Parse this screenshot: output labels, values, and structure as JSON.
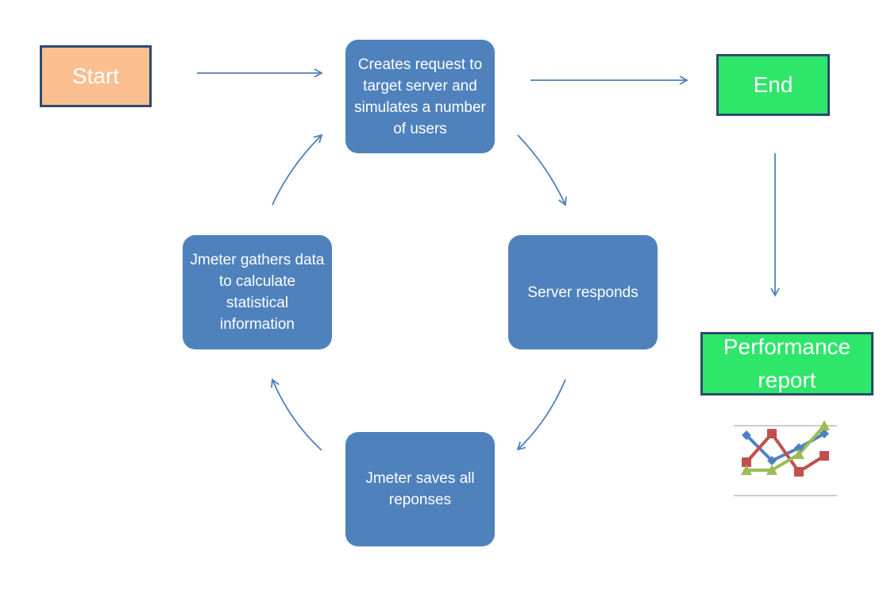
{
  "nodes": {
    "start": "Start",
    "end": "End",
    "report": "Performance report",
    "create_request": "Creates request to target server and simulates a number of users",
    "server_responds": "Server responds",
    "save_responses": "Jmeter saves all reponses",
    "gather_data": "Jmeter gathers data to calculate statistical information"
  },
  "colors": {
    "start_fill": "#f9bf91",
    "end_fill": "#2ee66a",
    "process_fill": "#4f81bd",
    "arrow": "#4f81bd"
  },
  "icons": {
    "report_chart": "line-chart-icon"
  }
}
